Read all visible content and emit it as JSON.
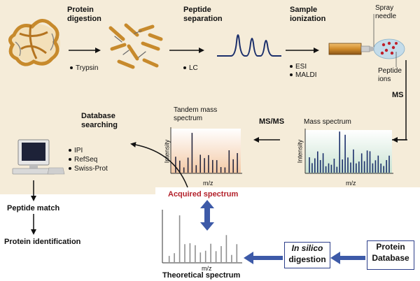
{
  "top_row": {
    "protein_digestion": {
      "title_l1": "Protein",
      "title_l2": "digestion",
      "bullets": [
        "Trypsin"
      ]
    },
    "peptide_separation": {
      "title_l1": "Peptide",
      "title_l2": "separation",
      "bullets": [
        "LC"
      ]
    },
    "sample_ionization": {
      "title_l1": "Sample",
      "title_l2": "ionization",
      "bullets": [
        "ESI",
        "MALDI"
      ]
    },
    "spray_needle": {
      "l1": "Spray",
      "l2": "needle"
    },
    "peptide_ions": {
      "l1": "Peptide",
      "l2": "ions"
    }
  },
  "middle_row": {
    "ms_label": "MS",
    "msms_label": "MS/MS",
    "mass_spectrum": {
      "title": "Mass spectrum",
      "xlabel": "m/z",
      "ylabel": "Intensity"
    },
    "tandem_spectrum": {
      "title_l1": "Tandem mass",
      "title_l2": "spectrum",
      "xlabel": "m/z",
      "ylabel": "Intensity"
    },
    "database_searching": {
      "title_l1": "Database",
      "title_l2": "searching",
      "bullets": [
        "IPI",
        "RefSeq",
        "Swiss-Prot"
      ]
    }
  },
  "left_flow": {
    "peptide_match": "Peptide match",
    "protein_identification": "Protein identification"
  },
  "bottom_row": {
    "acquired_spectrum": "Acquired  spectrum",
    "theoretical_spectrum": "Theoretical  spectrum",
    "theoretical_xlabel": "m/z",
    "in_silico_l1": "In silico",
    "in_silico_l2": "digestion",
    "protein_db_l1": "Protein",
    "protein_db_l2": "Database"
  },
  "colors": {
    "panel_bg": "#f5ecd9",
    "arrow_blue": "#3d5aa8",
    "acquired_red": "#b3202a",
    "trace_navy": "#1b2f6b"
  }
}
